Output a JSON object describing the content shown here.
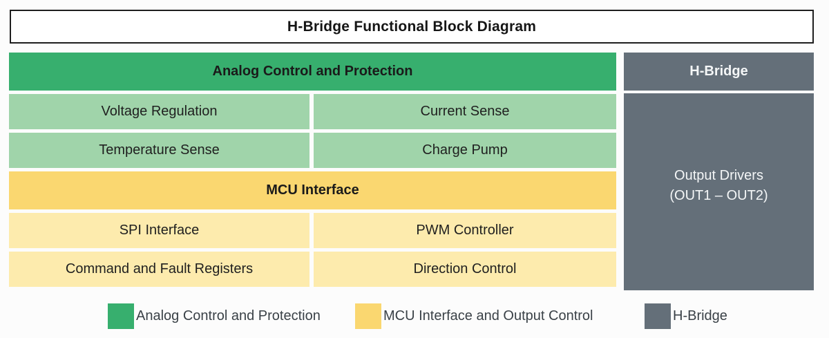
{
  "title": "H-Bridge Functional Block Diagram",
  "colors": {
    "analog_header": "#37AF6E",
    "analog_cell": "#A0D4AA",
    "mcu_header": "#FAD770",
    "mcu_cell": "#FDEBAD",
    "hbridge_gray": "#646F79",
    "title_border": "#1e1e1e",
    "legend_text": "#3a4147"
  },
  "analog": {
    "header": "Analog Control and Protection",
    "cells": [
      {
        "label": "Voltage Regulation"
      },
      {
        "label": "Current Sense"
      },
      {
        "label": "Temperature Sense"
      },
      {
        "label": "Charge Pump"
      }
    ]
  },
  "mcu": {
    "header": "MCU Interface",
    "cells": [
      {
        "label": "SPI Interface"
      },
      {
        "label": "PWM Controller"
      },
      {
        "label": "Command and Fault Registers"
      },
      {
        "label": "Direction Control"
      }
    ]
  },
  "hbridge": {
    "header": "H-Bridge",
    "output_block": {
      "line1": "Output Drivers",
      "line2": "(OUT1 – OUT2)"
    }
  },
  "legend": {
    "items": [
      {
        "label": "Analog Control and Protection",
        "color": "#37AF6E"
      },
      {
        "label": "MCU Interface and Output Control",
        "color": "#FAD770"
      },
      {
        "label": "H-Bridge",
        "color": "#646F79"
      }
    ]
  }
}
